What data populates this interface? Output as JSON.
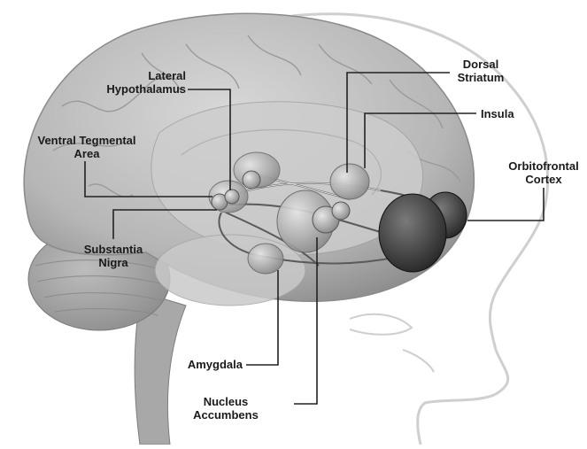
{
  "labels": {
    "lateral_hypothalamus": [
      "Lateral",
      "Hypothalamus"
    ],
    "ventral_tegmental_area": [
      "Ventral Tegmental",
      "Area"
    ],
    "substantia_nigra": [
      "Substantia",
      "Nigra"
    ],
    "amygdala": [
      "Amygdala"
    ],
    "nucleus_accumbens": [
      "Nucleus",
      "Accumbens"
    ],
    "dorsal_striatum": [
      "Dorsal",
      "Striatum"
    ],
    "insula": [
      "Insula"
    ],
    "orbitofrontal_cortex": [
      "Orbitofrontal",
      "Cortex"
    ]
  },
  "colors": {
    "background": "#ffffff",
    "brain": "#b9b9b9",
    "brain_light": "#d4d4d4",
    "structures": "#9e9e9e",
    "orbitofrontal": "#4a4a4a",
    "leader_lines": "#222222",
    "face_outline": "#c8c8c8"
  }
}
